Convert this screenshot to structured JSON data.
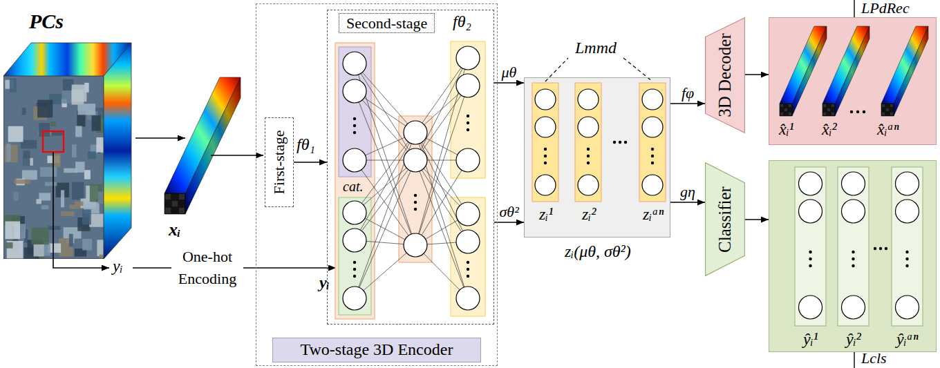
{
  "diagram": {
    "nodes": [
      {
        "text": [
          "Two-stage 3D Encoder"
        ]
      },
      {
        "text": [
          "First-stage"
        ],
        "in": 0
      },
      {
        "text": [
          "Second-stage"
        ],
        "in": 0
      },
      {
        "text": [
          "zᵢ¹",
          "zᵢ²",
          "zᵢᵃⁿ",
          "zᵢ(μθ, σθ²)"
        ]
      },
      {
        "text": [
          "3D Decoder"
        ]
      },
      {
        "text": [
          "x̂ᵢ¹",
          "x̂ᵢ²",
          "x̂ᵢᵃⁿ"
        ]
      },
      {
        "text": [
          "Classifier"
        ]
      },
      {
        "text": [
          "ŷᵢ¹",
          "ŷᵢ²",
          "ŷᵢᵃⁿ"
        ]
      }
    ],
    "edges": [
      {
        "from": 1,
        "to": 2,
        "arrow": "to"
      },
      {
        "from": 2,
        "to": 3,
        "label": "μθ",
        "arrow": "to"
      },
      {
        "from": 2,
        "to": 3,
        "label": "σθ²",
        "arrow": "to"
      },
      {
        "from": 3,
        "to": 4,
        "label": "fφ",
        "arrow": "to"
      },
      {
        "from": 3,
        "to": 6,
        "label": "gη",
        "arrow": "to"
      },
      {
        "from": 4,
        "to": 5,
        "arrow": "to"
      },
      {
        "from": 6,
        "to": 7,
        "arrow": "to"
      }
    ],
    "labels": [
      "PCs",
      "xᵢ",
      "yᵢ",
      "One-hot Encoding",
      "yᵢ",
      "fθ₁",
      "cat.",
      "fθ₂",
      "Lmmd",
      "LPdRec",
      "Lcls"
    ]
  }
}
